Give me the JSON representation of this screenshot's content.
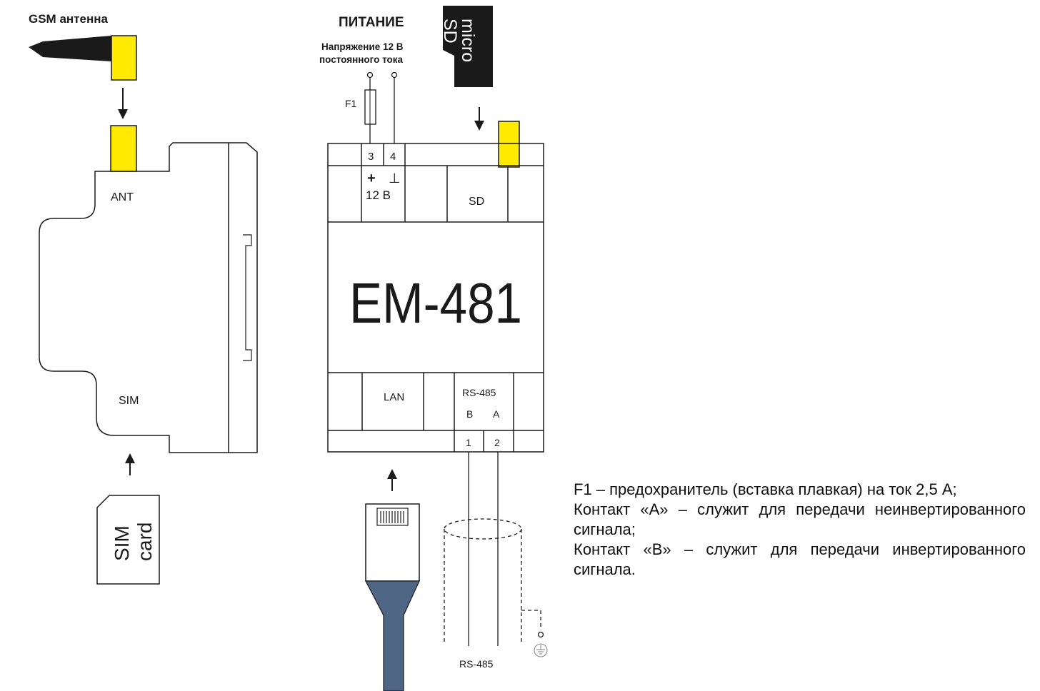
{
  "antenna": {
    "title": "GSM антенна",
    "port_label": "ANT"
  },
  "sim": {
    "port_label": "SIM",
    "card_line1": "SIM",
    "card_line2": "card"
  },
  "power": {
    "title": "ПИТАНИЕ",
    "voltage_line1": "Напряжение 12 В",
    "voltage_line2": "постоянного тока",
    "fuse_label": "F1",
    "terminal_3": "3",
    "terminal_4": "4",
    "plus_sign": "+",
    "ground_sign": "⊥",
    "voltage_label": "12 В"
  },
  "microsd": {
    "line1": "micro",
    "line2": "SD",
    "port_label": "SD"
  },
  "device": {
    "model": "ЕМ-481"
  },
  "lan": {
    "port_label": "LAN"
  },
  "rs485": {
    "port_label": "RS-485",
    "contact_b": "B",
    "contact_a": "A",
    "terminal_1": "1",
    "terminal_2": "2",
    "cable_label": "RS-485"
  },
  "notes": [
    "F1 – предохранитель (вставка плавкая) на ток 2,5 А;",
    "Контакт «А» – служит для передачи неинвертированного сигнала;",
    "Контакт «В» – служит для передачи инвертированного сигнала."
  ],
  "colors": {
    "connector_yellow": "#ffea00",
    "rj45_cable_blue": "#4e6584",
    "microsd_fill": "#1a1a1a",
    "antenna_fill": "#1a1a1a"
  }
}
